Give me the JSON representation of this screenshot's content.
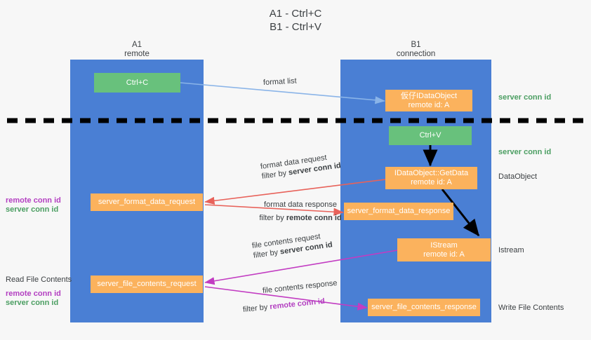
{
  "title": {
    "line1": "A1 - Ctrl+C",
    "line2": "B1 - Ctrl+V"
  },
  "colors": {
    "lane": "#4a7fd4",
    "green_node": "#68c17c",
    "orange_node": "#fbb25d",
    "server_conn_id": "#4b9e62",
    "remote_conn_id": "#b33fc1",
    "arrow_blue": "#8ab4e8",
    "arrow_red": "#e8625a",
    "arrow_magenta": "#c23cc2",
    "arrow_black": "#000000",
    "background": "#f7f7f7"
  },
  "lanes": [
    {
      "id": "a1",
      "name": "A1",
      "role": "remote"
    },
    {
      "id": "b1",
      "name": "B1",
      "role": "connection"
    }
  ],
  "nodes": {
    "ctrl_c": {
      "line1": "Ctrl+C"
    },
    "idataobject_create": {
      "line1": "仮仔IDataObject",
      "line2": "remote id: A"
    },
    "ctrl_v": {
      "line1": "Ctrl+V"
    },
    "getdata": {
      "line1": "IDataObject::GetData",
      "line2": "remote id: A"
    },
    "istream": {
      "line1": "IStream",
      "line2": "remote id: A"
    },
    "server_format_data_request": {
      "line1": "server_format_data_request"
    },
    "server_format_data_response": {
      "line1": "server_format_data_response"
    },
    "server_file_contents_request": {
      "line1": "server_file_contents_request"
    },
    "server_file_contents_response": {
      "line1": "server_file_contents_response"
    }
  },
  "right_labels": {
    "server_conn_id_top": "server conn id",
    "server_conn_id_mid": "server conn id",
    "dataobject": "DataObject",
    "istream": "Istream",
    "write_file_contents": "Write File Contents"
  },
  "left_labels": {
    "remote_conn_id_1": "remote conn id",
    "server_conn_id_1": "server conn id",
    "read_file_contents": "Read File Contents",
    "remote_conn_id_2": "remote conn id",
    "server_conn_id_2": "server conn id"
  },
  "edges": {
    "format_list": {
      "label": "format list"
    },
    "format_data_request": {
      "label": "format data request",
      "filter_prefix": "filter by ",
      "filter_value": "server conn id"
    },
    "format_data_response": {
      "label": "format data response",
      "filter_prefix": "filter by ",
      "filter_value": "remote conn id"
    },
    "file_contents_request": {
      "label": "file contents request",
      "filter_prefix": "filter by ",
      "filter_value": "server conn id"
    },
    "file_contents_response": {
      "label": "file contents response",
      "filter_prefix": "filter by ",
      "filter_value": "remote conn id"
    }
  }
}
